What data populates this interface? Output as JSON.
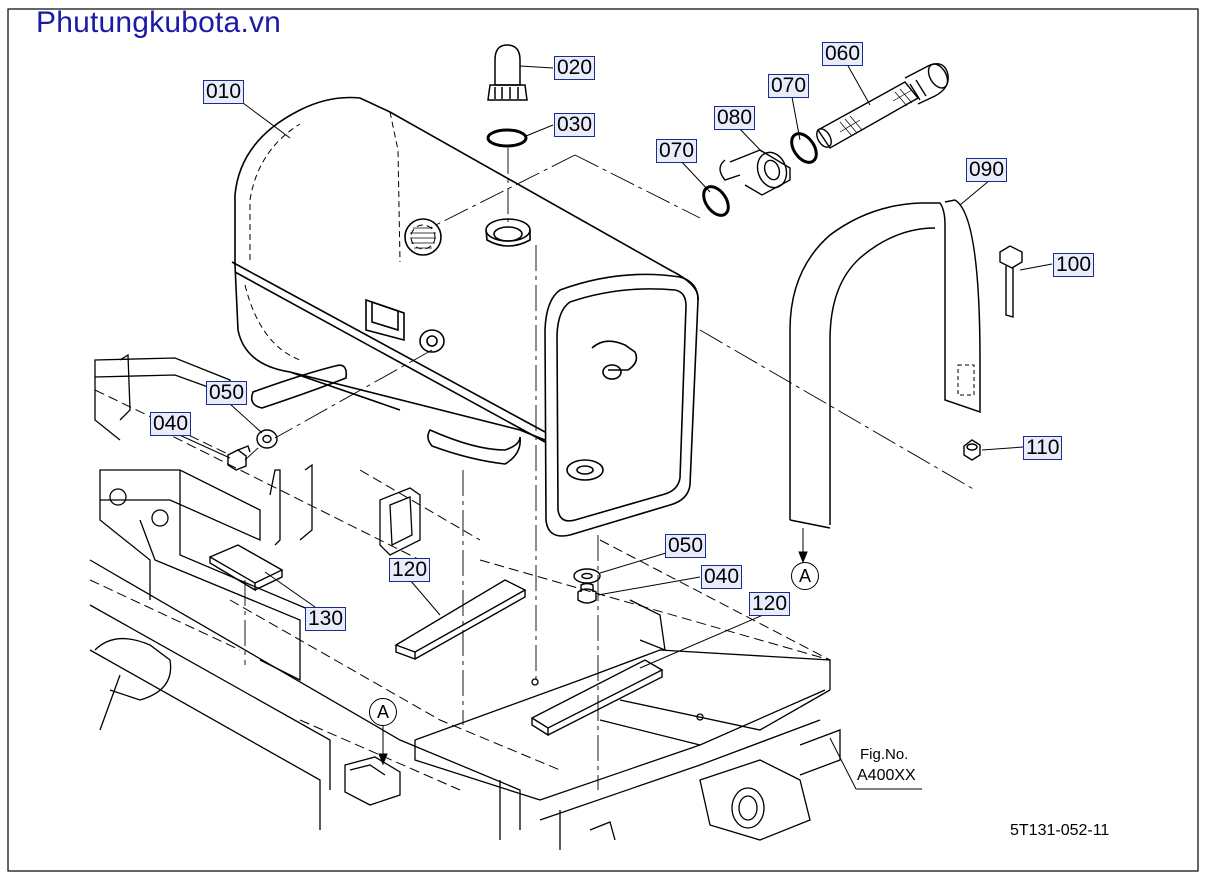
{
  "watermark": "Phutungkubota.vn",
  "callouts": {
    "p010": "010",
    "p020": "020",
    "p030": "030",
    "p040a": "040",
    "p040b": "040",
    "p050a": "050",
    "p050b": "050",
    "p060": "060",
    "p070a": "070",
    "p070b": "070",
    "p080": "080",
    "p090": "090",
    "p100": "100",
    "p110": "110",
    "p120a": "120",
    "p120b": "120",
    "p130": "130"
  },
  "ref_markers": {
    "a1": "A",
    "a2": "A"
  },
  "figure": {
    "label": "Fig.No.",
    "number": "A400XX",
    "drawing_code": "5T131-052-11"
  },
  "colors": {
    "callout_border": "#1b2b8f",
    "callout_fill": "#e9ecfb",
    "watermark": "#1a1aa6"
  }
}
